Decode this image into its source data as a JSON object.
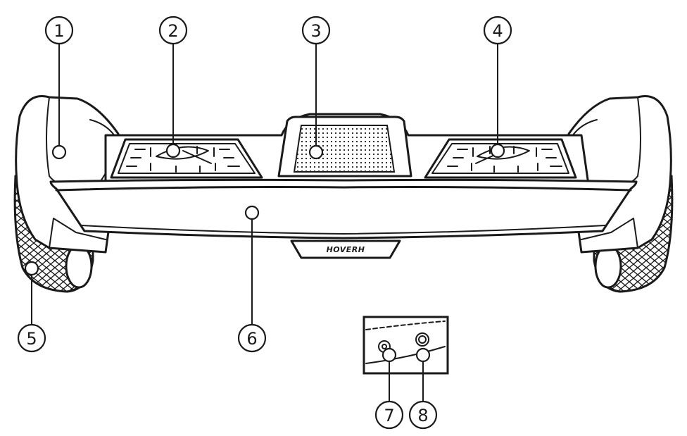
{
  "brand_logo": "HOVERH",
  "callouts": [
    {
      "number": "1"
    },
    {
      "number": "2"
    },
    {
      "number": "3"
    },
    {
      "number": "4"
    },
    {
      "number": "5"
    },
    {
      "number": "6"
    },
    {
      "number": "7"
    },
    {
      "number": "8"
    }
  ],
  "colors": {
    "line": "#1a1a1a",
    "background": "#ffffff"
  }
}
